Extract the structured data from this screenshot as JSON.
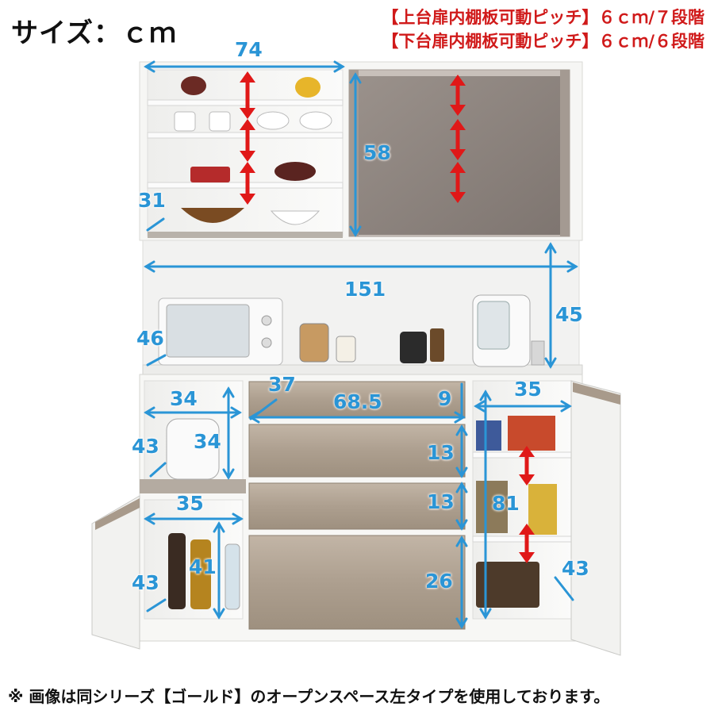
{
  "header": {
    "size_unit": "サイズ：ｃｍ",
    "upper_pitch": "【上台扉内棚板可動ピッチ】６ｃｍ/７段階",
    "lower_pitch": "【下台扉内棚板可動ピッチ】６ｃｍ/６段階"
  },
  "dimensions": {
    "top_width": "74",
    "upper_door_height": "58",
    "upper_depth": "31",
    "counter_width": "151",
    "counter_height": "45",
    "counter_depth": "46",
    "left_box_width": "34",
    "left_box_height": "34",
    "left_box_depth": "43",
    "drawer_depth": "37",
    "drawer_width": "68.5",
    "drawer1_height": "9",
    "drawer2_height": "13",
    "drawer3_height": "13",
    "drawer4_height": "26",
    "right_cabinet_width": "35",
    "right_cabinet_height": "81",
    "right_cabinet_depth": "43",
    "left_cabinet_width": "35",
    "left_cabinet_height": "41",
    "left_cabinet_depth": "43"
  },
  "footer": {
    "note": "※ 画像は同シリーズ【ゴールド】のオープンスペース左タイプを使用しております。"
  },
  "colors": {
    "dimension": "#2a95d6",
    "pitch_text": "#d01a1a",
    "arrow_red": "#e01818",
    "drawer": "#b3a595",
    "glass_door": "#8e8580",
    "cabinet": "#f7f7f5"
  }
}
